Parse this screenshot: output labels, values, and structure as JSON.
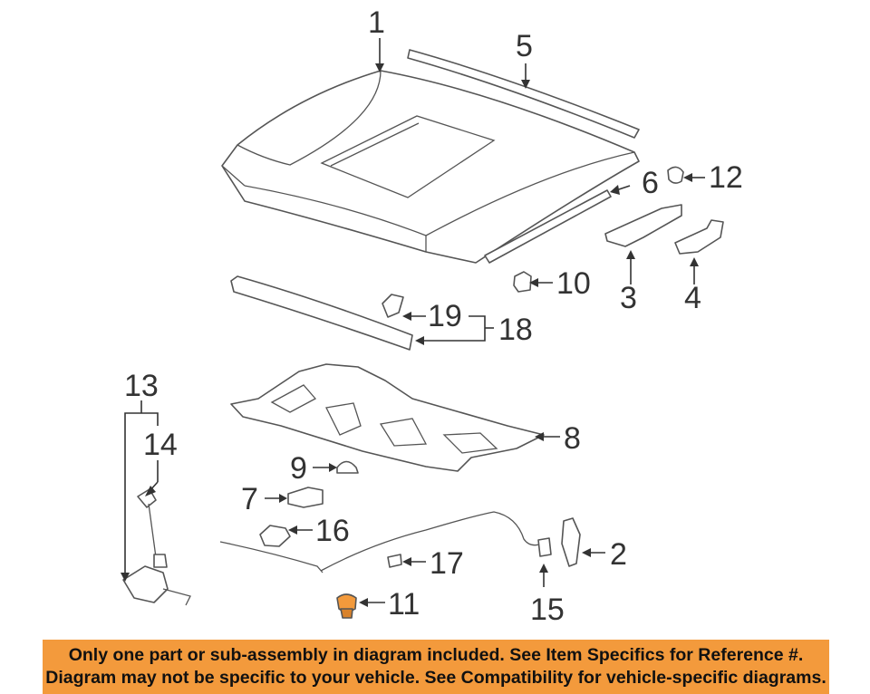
{
  "callouts": {
    "c1": "1",
    "c2": "2",
    "c3": "3",
    "c4": "4",
    "c5": "5",
    "c6": "6",
    "c7": "7",
    "c8": "8",
    "c9": "9",
    "c10": "10",
    "c11": "11",
    "c12": "12",
    "c13": "13",
    "c14": "14",
    "c15": "15",
    "c16": "16",
    "c17": "17",
    "c18": "18",
    "c19": "19"
  },
  "notice": {
    "line1": "Only one part or sub-assembly in diagram included. See Item Specifics for Reference #.",
    "line2": "Diagram may not be specific to your vehicle. See Compatibility for vehicle-specific diagrams."
  },
  "colors": {
    "banner": "#f39a3c",
    "lines": "#555555"
  }
}
